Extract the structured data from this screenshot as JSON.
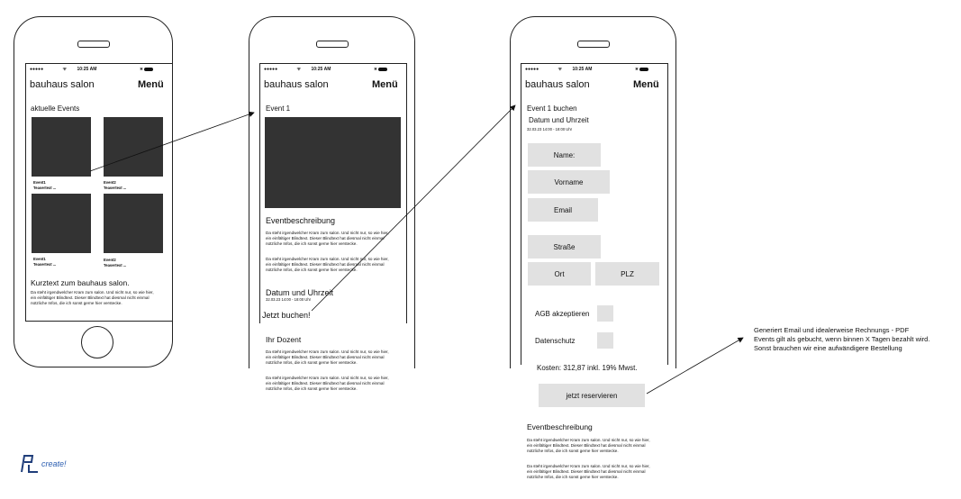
{
  "status": {
    "signal": "●●●●●",
    "wifi": "ᯤ",
    "time": "10:25 AM",
    "bt": "∗"
  },
  "brand": "bauhaus salon",
  "menu": "Menü",
  "lorem": "Da steht irgendwelcher Kram zum salon. Und nicht nur, so wie hier, ein einfältiger Blindtext. Dieser Blindtext hat diesmal nicht einmal nützliche Infos, die ich sonst gerne hier verstecke.",
  "phone1": {
    "heading": "aktuelle Events",
    "events": [
      {
        "name": "Event1",
        "teaser": "Teasertext ..."
      },
      {
        "name": "Event2",
        "teaser": "Teasertext ..."
      },
      {
        "name": "Event1",
        "teaser": "Teasertext ..."
      },
      {
        "name": "Event2",
        "teaser": "Teasertext ..."
      }
    ],
    "short_title": "Kurztext zum bauhaus salon."
  },
  "phone2": {
    "title": "Event 1",
    "desc_heading": "Eventbeschreibung",
    "date_heading": "Datum und Uhrzeit",
    "date_value": "32.03.23 14:00 - 18:00 Uhr",
    "book": "Jetzt buchen!",
    "lecturer_heading": "Ihr Dozent"
  },
  "phone3": {
    "title": "Event 1 buchen",
    "date_heading": "Datum und Uhrzeit",
    "date_value": "32.03.23 14:00 - 18:00 Uhr",
    "fields": {
      "name": "Name:",
      "vorname": "Vorname",
      "email": "Email",
      "strasse": "Straße",
      "ort": "Ort",
      "plz": "PLZ"
    },
    "agb": "AGB akzeptieren",
    "datenschutz": "Datenschutz",
    "cost": "Kosten: 312,87 inkl. 19% Mwst.",
    "reserve": "jetzt reservieren",
    "desc_heading": "Eventbeschreibung"
  },
  "notes": [
    "Generiert Email und idealerweise Rechnungs - PDF",
    "Events gilt als gebucht, wenn binnen X Tagen bezahlt wird.",
    "Sonst brauchen wir eine aufwändigere Bestellung"
  ],
  "logo": "create!"
}
